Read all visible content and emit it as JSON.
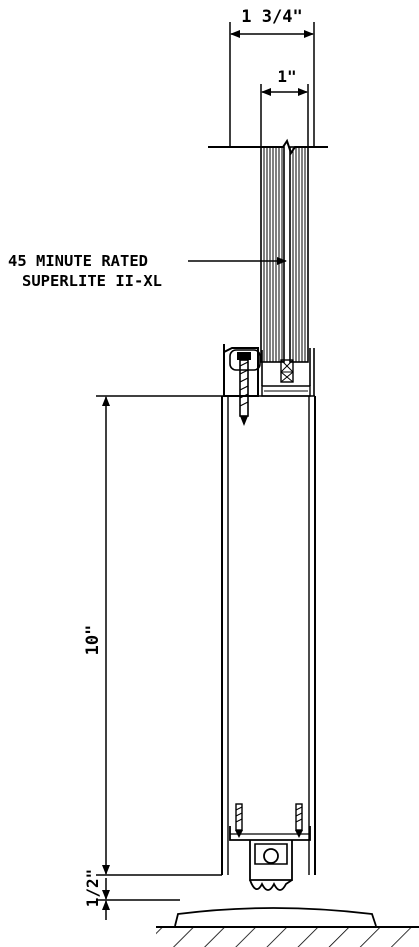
{
  "labels": {
    "dim_total_width": "1 3/4\"",
    "dim_glass_width": "1\"",
    "glass_rating_line1": "45 MINUTE RATED",
    "glass_rating_line2": "SUPERLITE II-XL",
    "dim_bottom_rail_height": "10\"",
    "dim_threshold_gap": "1/2\""
  },
  "colors": {
    "line": "#000000",
    "background": "#ffffff"
  }
}
